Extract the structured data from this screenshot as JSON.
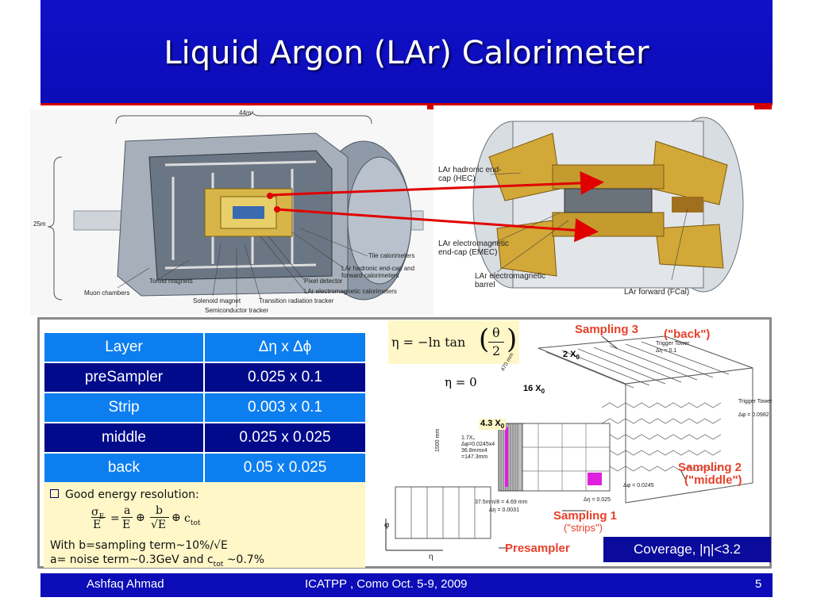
{
  "slide": {
    "title": "Liquid Argon (LAr) Calorimeter",
    "colors": {
      "title_bg": "#0c0cb8",
      "accent_red": "#d40000",
      "table_light": "#0d7ef0",
      "table_dark": "#000a8a",
      "note_bg": "#fff7c8"
    }
  },
  "detector_figure": {
    "width_label": "44m",
    "height_label": "25m",
    "labels": [
      "Tile calorimeters",
      "LAr hadronic end-cap and forward calorimeters",
      "Pixel detector",
      "LAr electromagnetic calorimeters",
      "Toroid magnets",
      "Muon chambers",
      "Solenoid magnet",
      "Transition radiation tracker",
      "Semiconductor tracker"
    ]
  },
  "endcap_figure": {
    "labels": [
      "LAr hadronic end-cap (HEC)",
      "LAr electromagnetic end-cap (EMEC)",
      "LAr electromagnetic barrel",
      "LAr forward (FCal)"
    ]
  },
  "granularity_table": {
    "headers": [
      "Layer",
      "Δη x Δϕ"
    ],
    "rows": [
      [
        "preSampler",
        "0.025 x 0.1"
      ],
      [
        "Strip",
        "0.003 x 0.1"
      ],
      [
        "middle",
        "0.025 x 0.025"
      ],
      [
        "back",
        "0.05 x 0.025"
      ]
    ]
  },
  "resolution": {
    "bullet": "Good energy resolution:",
    "formula": "σE/E = a/E ⊕ b/√E ⊕ ctot",
    "line_b": "With b=sampling term~10%/√E",
    "line_a_prefix": "a= noise term~0.3GeV and  c",
    "line_a_sub": "tot",
    "line_a_suffix": " ~0.7%"
  },
  "eta_formula": "η = −ln tan(θ/2)",
  "sampling_figure": {
    "sampling3_title": "Sampling 3",
    "sampling3_sub": "(\"back\")",
    "sampling2_title": "Sampling 2",
    "sampling2_sub": "(\"middle\")",
    "sampling1_title": "Sampling 1",
    "sampling1_sub": "(\"strips\")",
    "presampler": "Presampler",
    "eta_zero": "η = 0",
    "x0_2": "2 X",
    "x0_16": "16 X",
    "x0_43": "4.3 X",
    "x0_sub": "0",
    "trigger_tower": "Trigger Tower",
    "trigger_tower_dphi": "Δφ = 0.0982",
    "trigger_tower_top": "Trigger Tower",
    "trigger_tower_deta": "Δη = 0.1",
    "dphi_0245": "Δφ = 0.0245",
    "deta_025": "Δη = 0.025",
    "strip_pitch": "37.5mm/8 = 4.69 mm",
    "strip_deta": "Δη = 0.0031",
    "depth_470": "470 mm",
    "depth_1500": "1500 mm",
    "cell_note_1": "1.7X₀",
    "cell_note_2": "Δφ=0.0245x4",
    "cell_note_3": "36.8mmx4",
    "cell_note_4": "=147.3mm",
    "axis_phi": "φ",
    "axis_eta": "η"
  },
  "coverage": "Coverage, |η|<3.2",
  "footer": {
    "author": "Ashfaq Ahmad",
    "conference": "ICATPP , Como Oct.  5-9, 2009",
    "page_number": "5"
  }
}
